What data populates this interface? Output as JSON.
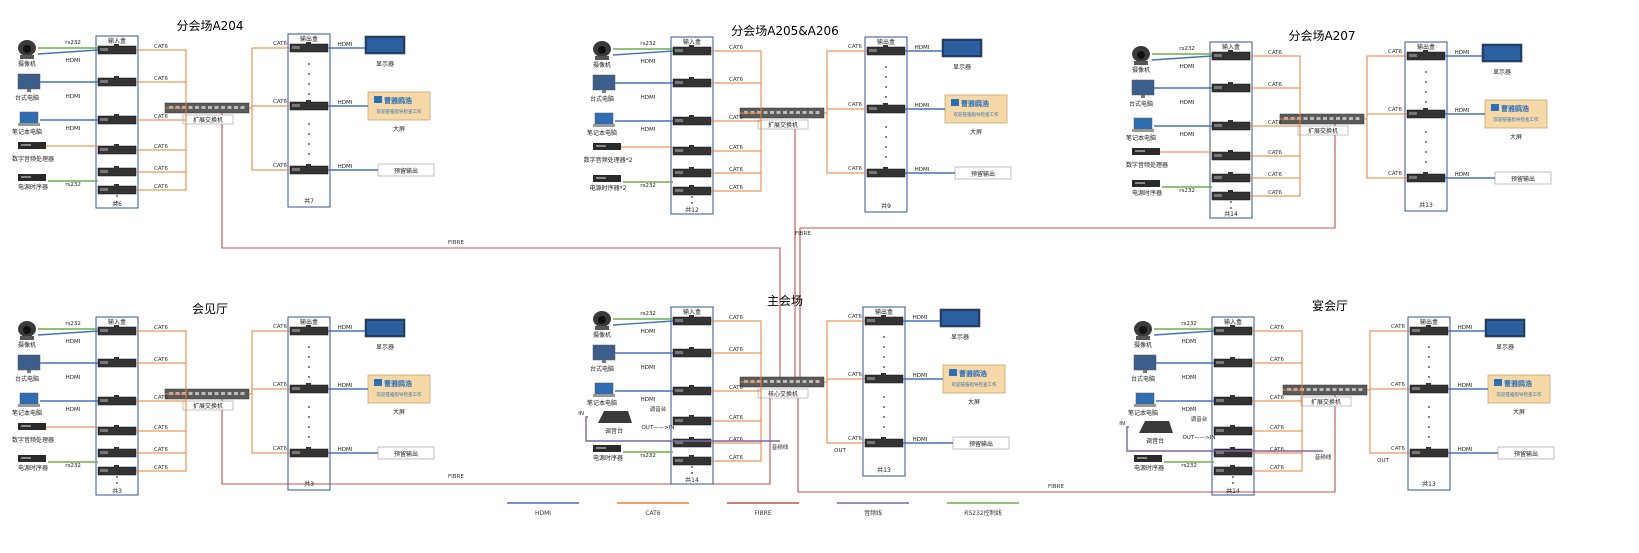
{
  "venues": [
    {
      "title": "分会场A204",
      "input_label": "输入盒",
      "output_label": "输出盒",
      "input_count": "共6",
      "output_count": "共7",
      "switch_label": "扩展交换机",
      "has_mixer": false
    },
    {
      "title": "分会场A205&A206",
      "input_label": "输入盒",
      "output_label": "输出盒",
      "input_count": "共12",
      "output_count": "共9",
      "switch_label": "扩展交换机",
      "has_mixer": false
    },
    {
      "title": "分会场A207",
      "input_label": "输入盒",
      "output_label": "输出盒",
      "input_count": "共14",
      "output_count": "共13",
      "switch_label": "扩展交换机",
      "has_mixer": false
    },
    {
      "title": "会见厅",
      "input_label": "输入盒",
      "output_label": "输出盒",
      "input_count": "共3",
      "output_count": "共3",
      "switch_label": "扩展交换机",
      "has_mixer": false
    },
    {
      "title": "主会场",
      "input_label": "输入盒",
      "output_label": "输出盒",
      "input_count": "共14",
      "output_count": "共13",
      "switch_label": "核心交换机",
      "has_mixer": true
    },
    {
      "title": "宴会厅",
      "input_label": "输入盒",
      "output_label": "输出盒",
      "input_count": "共14",
      "output_count": "共13",
      "switch_label": "扩展交换机",
      "has_mixer": true
    }
  ],
  "sources": {
    "camera": "摄像机",
    "desktop": "台式电脑",
    "laptop": "笔记本电脑",
    "dsp": "数字音频处理器",
    "dsp_x2": "数字音频处理器*2",
    "sequencer": "电源时序器",
    "sequencer_x2": "电源时序器*2",
    "mixer": "调音台"
  },
  "outputs": {
    "monitor": "显示器",
    "bigscreen": "大屏",
    "reserve": "预留输出"
  },
  "link_labels": {
    "hdmi": "HDMI",
    "cat6": "CAT6",
    "rs232": "rs232",
    "fibre": "FIBRE",
    "audio": "音频线",
    "out_in": "OUT——>IN",
    "in": "IN",
    "out": "OUT"
  },
  "bigscreen_logo": "曹雅鸥浩",
  "bigscreen_sub": "欢迎莅临指导检查工作",
  "legend": [
    {
      "label": "HDMI",
      "color": "#4472c4"
    },
    {
      "label": "CAT6",
      "color": "#ed7d31"
    },
    {
      "label": "FIBRE",
      "color": "#c0504d"
    },
    {
      "label": "音频线",
      "color": "#8064a2"
    },
    {
      "label": "RS232控制线",
      "color": "#70ad47"
    }
  ],
  "colors": {
    "hdmi": "#4472c4",
    "cat6": "#ed7d31",
    "fibre": "#c0504d",
    "audio": "#8064a2",
    "rs232": "#70ad47",
    "box": "#2f5597"
  }
}
